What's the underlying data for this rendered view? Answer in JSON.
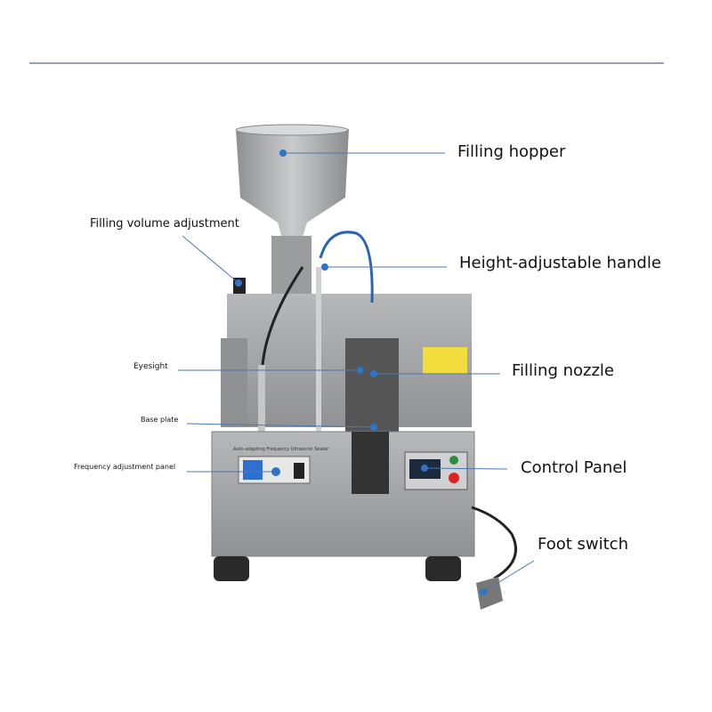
{
  "labels": {
    "filling_hopper": "Filling hopper",
    "filling_volume_adjustment": "Filling volume adjustment",
    "height_adjustable_handle": "Height-adjustable handle",
    "eyesight": "Eyesight",
    "filling_nozzle": "Filling nozzle",
    "base_plate": "Base plate",
    "frequency_adjustment_panel": "Frequency adjustment panel",
    "control_panel": "Control Panel",
    "foot_switch": "Foot switch"
  },
  "machine_plate_text": "Auto-adapting Frequency Ultrasonic Sealer",
  "colors": {
    "leader_line": "#4a78b0",
    "dot": "#2f74c8",
    "rule": "#2d4660",
    "steel": "#a9abad"
  }
}
